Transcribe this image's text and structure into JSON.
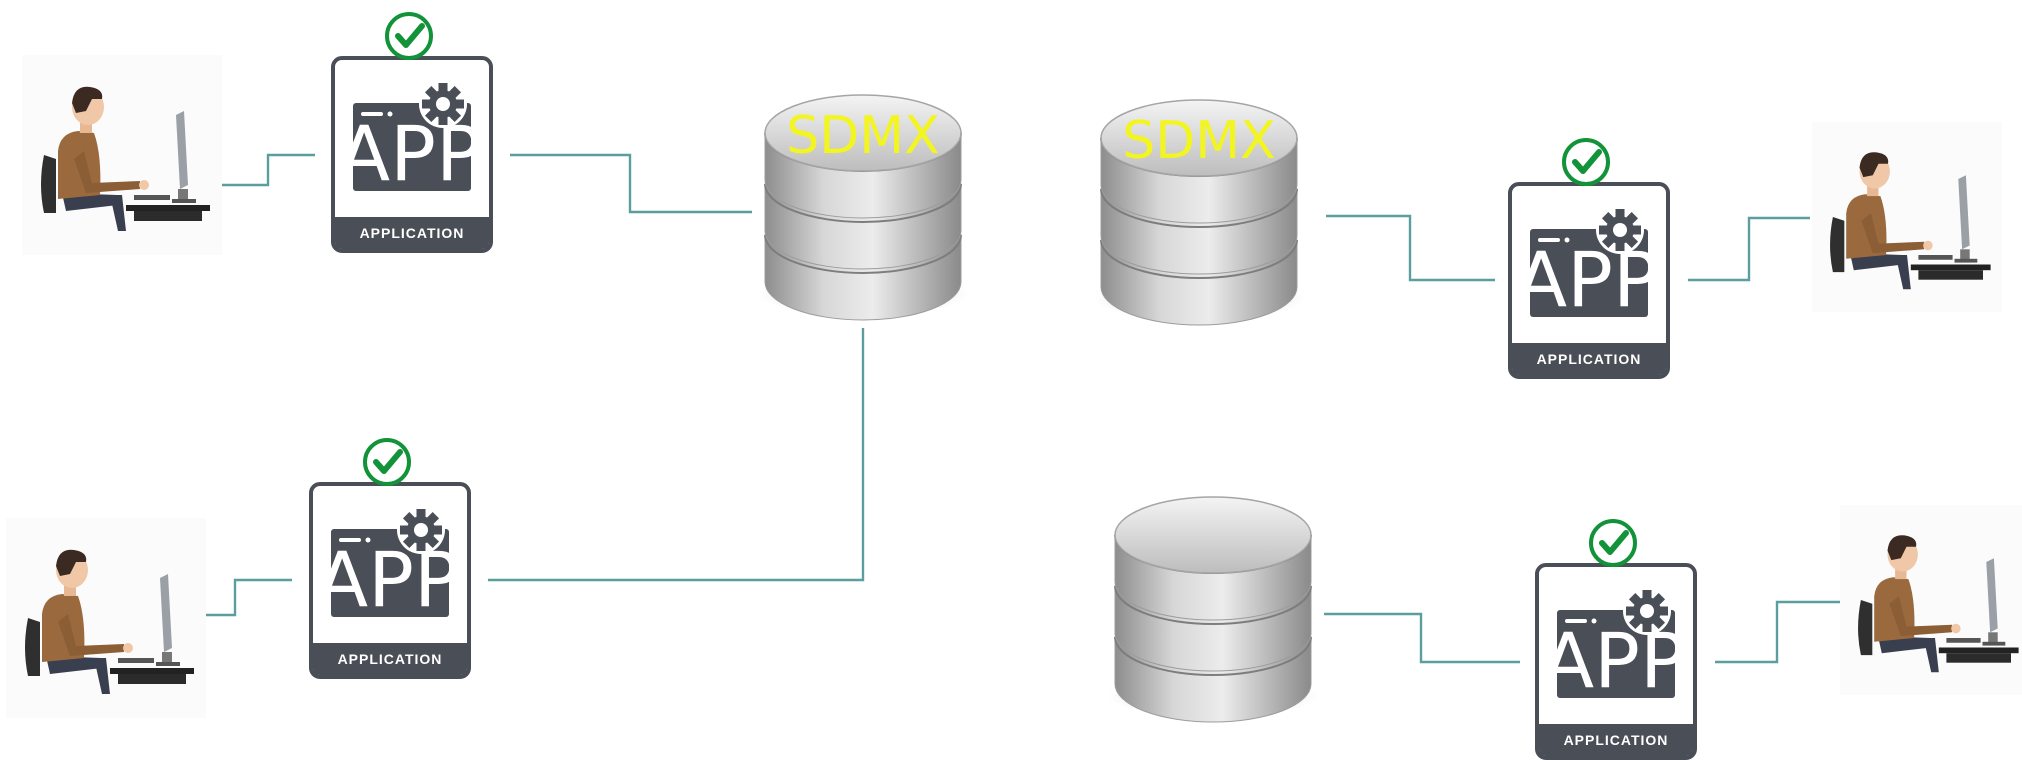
{
  "diagram": {
    "app_title": "APP",
    "app_caption": "APPLICATION",
    "sdmx_label": "SDMX",
    "colors": {
      "connector": "#5a9ea0",
      "app_card": "#4a4e57",
      "check": "#12933a",
      "sdmx_text": "#f2f51f"
    },
    "users": [
      {
        "id": "user-1",
        "icon": "person-at-computer-icon"
      },
      {
        "id": "user-2",
        "icon": "person-at-computer-icon"
      },
      {
        "id": "user-3",
        "icon": "person-at-computer-icon"
      },
      {
        "id": "user-4",
        "icon": "person-at-computer-icon"
      }
    ],
    "applications": [
      {
        "id": "app-1",
        "verified": true
      },
      {
        "id": "app-2",
        "verified": true
      },
      {
        "id": "app-3",
        "verified": true
      },
      {
        "id": "app-4",
        "verified": true
      }
    ],
    "databases": [
      {
        "id": "db-1",
        "sdmx": true
      },
      {
        "id": "db-2",
        "sdmx": true
      },
      {
        "id": "db-3",
        "sdmx": false
      }
    ]
  }
}
